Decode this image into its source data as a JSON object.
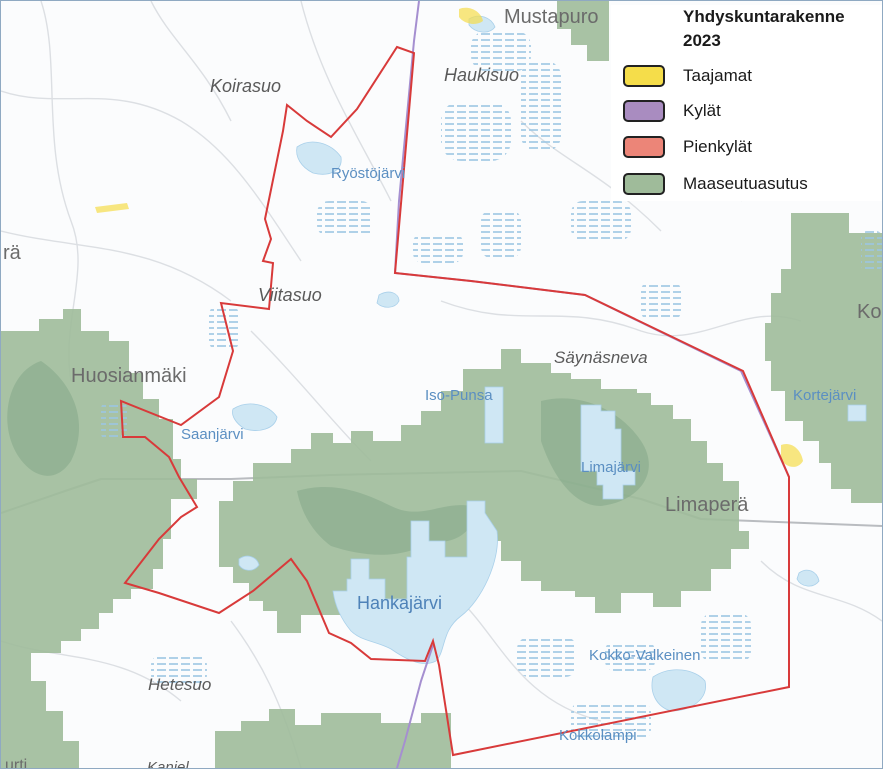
{
  "legend": {
    "title": "Yhdyskuntarakenne\n2023",
    "items": [
      {
        "label": "Taajamat",
        "color": "#f5dd4a"
      },
      {
        "label": "Kylät",
        "color": "#a98cc0"
      },
      {
        "label": "Pienkylät",
        "color": "#ec8578"
      },
      {
        "label": "Maaseutuasutus",
        "color": "#9fbb9a"
      }
    ]
  },
  "places": {
    "mustapuro": "Mustapuro",
    "haukisuo": "Haukisuo",
    "koirasuo": "Koirasuo",
    "viitasuo": "Viitasuo",
    "huosianmaki": "Huosianmäki",
    "saynasneva": "Säynäsneva",
    "limapera": "Limaperä",
    "hetesuo": "Hetesuo",
    "edge_ra": "rä",
    "edge_ko": "Ko",
    "bottom_left": "urti",
    "bottom_mid": "Kaniel"
  },
  "waters": {
    "ryostojarvi": "Ryöstöjärvi",
    "isopunsa": "Iso-Punsa",
    "saanjarvi": "Saanjärvi",
    "limajarvi": "Limajärvi",
    "hankajarvi": "Hankajärvi",
    "kokkovalkeinen": "Kokko-Valkeinen",
    "kokkolampi": "Kokkolampi",
    "kortejarvi": "Kortejärvi"
  },
  "colors": {
    "rural_fill": "#9fbb9a",
    "water_fill": "#cfe7f4",
    "boundary_red": "#d83a3a",
    "purple_line": "#a58fd0"
  }
}
